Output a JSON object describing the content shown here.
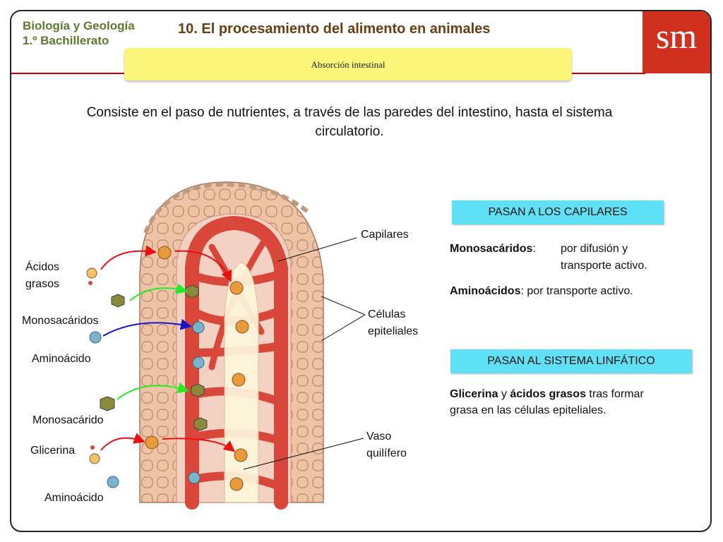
{
  "header": {
    "subject_line1": "Biología y Geología",
    "subject_line2": "1.º Bachillerato",
    "title": "10. El procesamiento del alimento en animales",
    "logo": "sm",
    "subtitle": "Absorción intestinal"
  },
  "intro": {
    "text": "Consiste en el paso de nutrientes, a través de las paredes del intestino, hasta el sistema circulatorio."
  },
  "diagram": {
    "labels": {
      "acidos": "Ácidos",
      "grasos": "grasos",
      "monosacaridos": "Monosacáridos",
      "aminoacido1": "Aminoácido",
      "monosacarido": "Monosacárido",
      "glicerina": "Glicerina",
      "aminoacido2": "Aminoácido",
      "capilares": "Capilares",
      "celulas": "Células",
      "epiteliales": "epiteliales",
      "vaso": "Vaso",
      "quilifero": "quilífero"
    },
    "colors": {
      "tissue": "#efc3a5",
      "capillary": "#d9463a",
      "lacteal": "#fdf7dd",
      "fat_ball": "#e99a3a",
      "sugar_hex": "#8a8a3a",
      "amino_ball": "#79b4c9",
      "arrow_fat": "#e81010",
      "arrow_sugar": "#22ee22",
      "arrow_amino": "#1515cc"
    }
  },
  "capilares_section": {
    "heading": "PASAN A LOS CAPILARES",
    "mono_term": "Monosacáridos",
    "mono_colon": ":",
    "mono_desc1": "por difusión y",
    "mono_desc2": "transporte activo.",
    "amino_term": "Aminoácidos",
    "amino_desc": ": por transporte activo."
  },
  "linfatico_section": {
    "heading": "PASAN AL SISTEMA LINFÁTICO",
    "term1": "Glicerina",
    "conj": " y ",
    "term2": "ácidos grasos",
    "desc_line1": " tras formar",
    "desc_line2": "grasa en las células epiteliales."
  }
}
